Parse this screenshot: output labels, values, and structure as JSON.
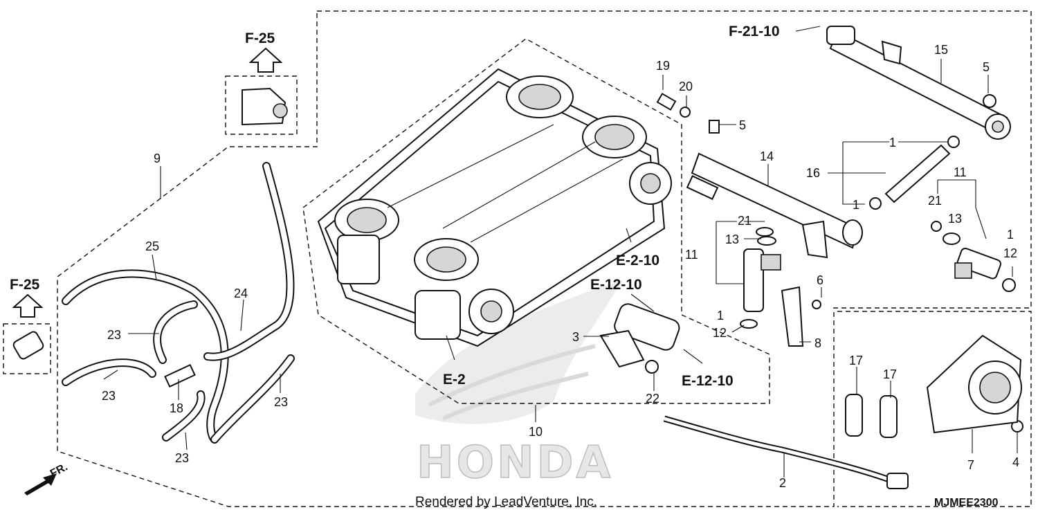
{
  "diagram": {
    "callouts": [
      "1",
      "2",
      "3",
      "4",
      "5",
      "6",
      "7",
      "8",
      "9",
      "10",
      "11",
      "12",
      "13",
      "14",
      "15",
      "16",
      "17",
      "18",
      "19",
      "20",
      "21",
      "22",
      "23",
      "24",
      "25"
    ],
    "references": {
      "f25": "F-25",
      "f2110": "F-21-10",
      "e2": "E-2",
      "e210": "E-2-10",
      "e1210": "E-12-10"
    },
    "front_label": "FR.",
    "watermark_brand": "HONDA",
    "credit": "Rendered by LeadVenture, Inc.",
    "diagram_code": "MJMEE2300"
  }
}
